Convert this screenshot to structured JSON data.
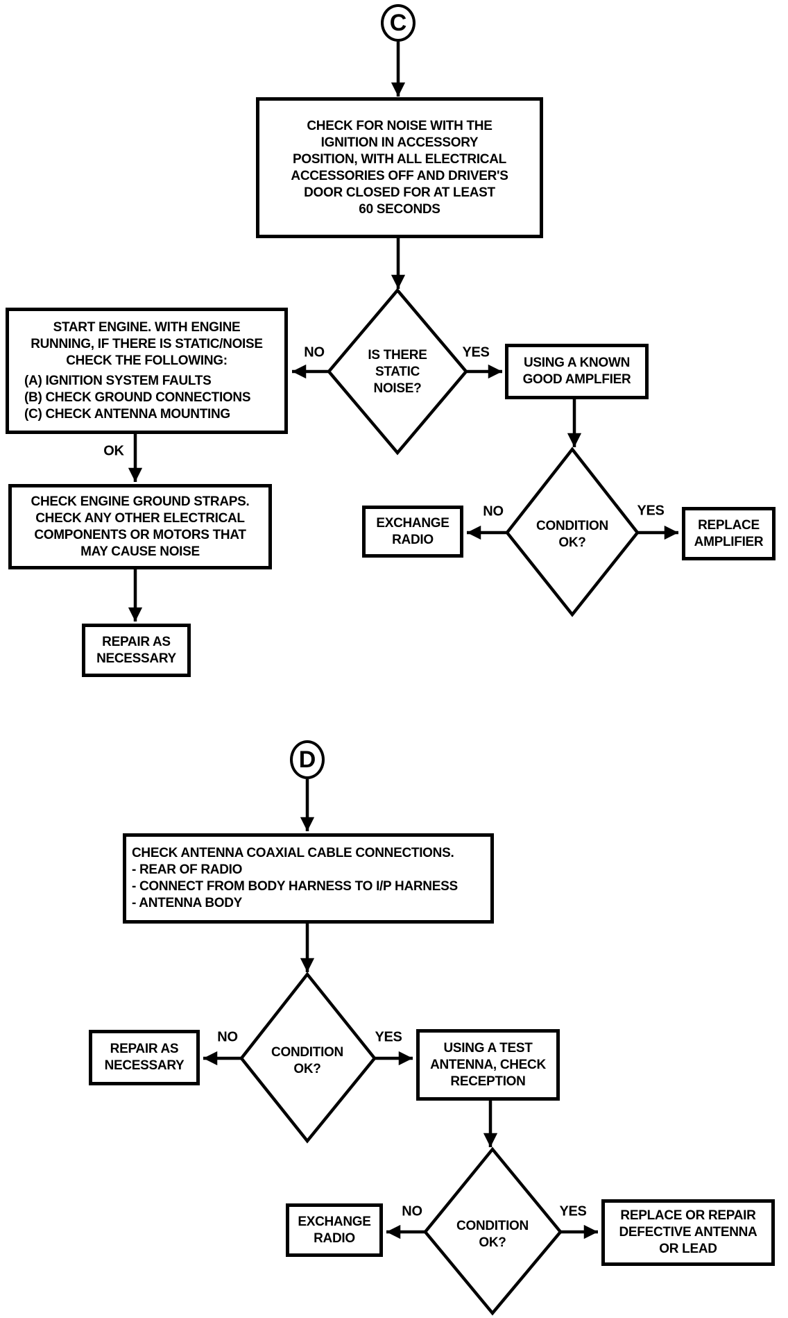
{
  "colors": {
    "ink": "#000000",
    "paper": "#ffffff"
  },
  "labels": {
    "yes": "YES",
    "no": "NO",
    "ok": "OK"
  },
  "section_c": {
    "connector": "C",
    "box_check_noise": "CHECK FOR NOISE WITH THE\nIGNITION IN ACCESSORY\nPOSITION, WITH ALL ELECTRICAL\nACCESSORIES OFF AND DRIVER'S\nDOOR CLOSED FOR AT LEAST\n60 SECONDS",
    "diamond_static_noise": "IS THERE\nSTATIC\nNOISE?",
    "box_start_engine_intro": "START ENGINE.  WITH ENGINE\nRUNNING, IF THERE IS STATIC/NOISE\nCHECK THE FOLLOWING:",
    "box_start_engine_items": "(A) IGNITION SYSTEM FAULTS\n(B) CHECK GROUND CONNECTIONS\n(C) CHECK ANTENNA MOUNTING",
    "box_ground_straps": "CHECK ENGINE GROUND STRAPS.\nCHECK ANY OTHER ELECTRICAL\nCOMPONENTS OR MOTORS THAT\nMAY CAUSE NOISE",
    "box_repair_as_necessary": "REPAIR AS\nNECESSARY",
    "box_known_good_amplifier": "USING A KNOWN\nGOOD AMPLFIER",
    "diamond_condition": "CONDITION\nOK?",
    "box_exchange_radio": "EXCHANGE\nRADIO",
    "box_replace_amplifier": "REPLACE\nAMPLIFIER"
  },
  "section_d": {
    "connector": "D",
    "box_coax_connections": "CHECK ANTENNA COAXIAL CABLE CONNECTIONS.\n- REAR OF RADIO\n- CONNECT FROM BODY HARNESS TO I/P HARNESS\n- ANTENNA BODY",
    "diamond_condition_1": "CONDITION\nOK?",
    "box_repair_as_necessary": "REPAIR AS\nNECESSARY",
    "box_test_antenna": "USING A TEST\nANTENNA, CHECK\nRECEPTION",
    "diamond_condition_2": "CONDITION\nOK?",
    "box_exchange_radio": "EXCHANGE\nRADIO",
    "box_replace_antenna": "REPLACE OR REPAIR\nDEFECTIVE ANTENNA\nOR LEAD"
  }
}
